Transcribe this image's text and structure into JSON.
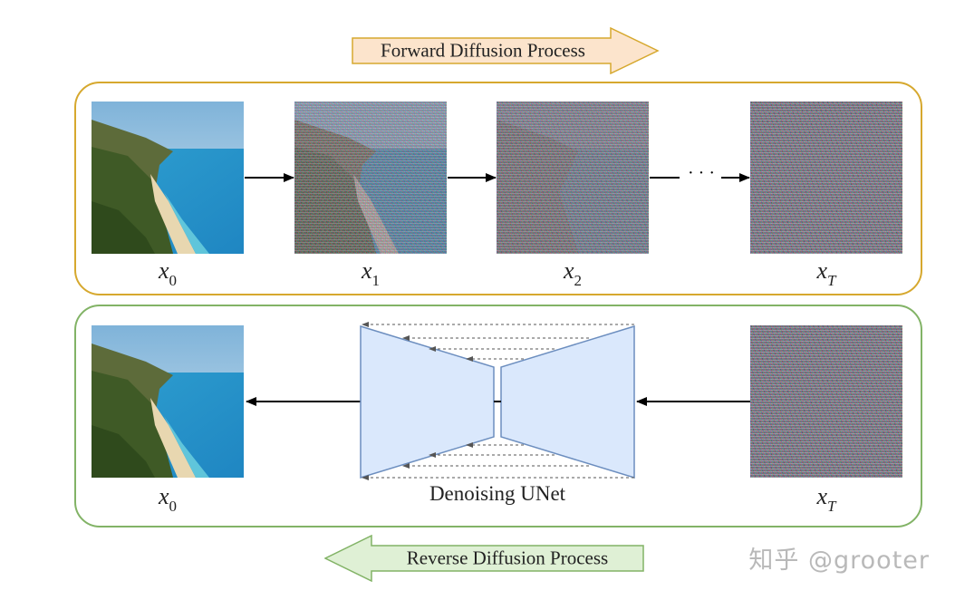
{
  "forward": {
    "title": "Forward Diffusion Process",
    "labels": {
      "x0": "x",
      "x0_sub": "0",
      "x1": "x",
      "x1_sub": "1",
      "x2": "x",
      "x2_sub": "2",
      "xT": "x",
      "xT_sub": "T"
    },
    "ellipsis": "· · ·"
  },
  "reverse": {
    "title": "Reverse Diffusion Process",
    "unet_label": "Denoising UNet",
    "labels": {
      "x0": "x",
      "x0_sub": "0",
      "xT": "x",
      "xT_sub": "T"
    }
  },
  "watermark": "知乎 @grooter",
  "colors": {
    "forward_box": "#d6a82e",
    "reverse_box": "#82b366",
    "forward_banner_fill": "#fce4cc",
    "forward_banner_stroke": "#d6a82e",
    "reverse_banner_fill": "#dff0d5",
    "reverse_banner_stroke": "#82b366",
    "unet_fill": "#dae8fc",
    "unet_stroke": "#6c8ebf"
  }
}
